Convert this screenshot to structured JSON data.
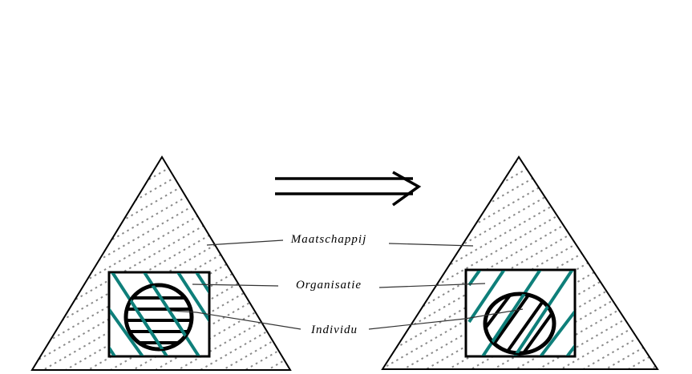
{
  "labels": {
    "society": "Maatschappij",
    "organisation": "Organisatie",
    "individual": "Individu"
  },
  "colors": {
    "outline": "#000000",
    "dots": "#8a8a8a",
    "teal_hatch": "#0e7f7a"
  },
  "icons": {
    "transition_arrow": "double-arrow-right"
  }
}
